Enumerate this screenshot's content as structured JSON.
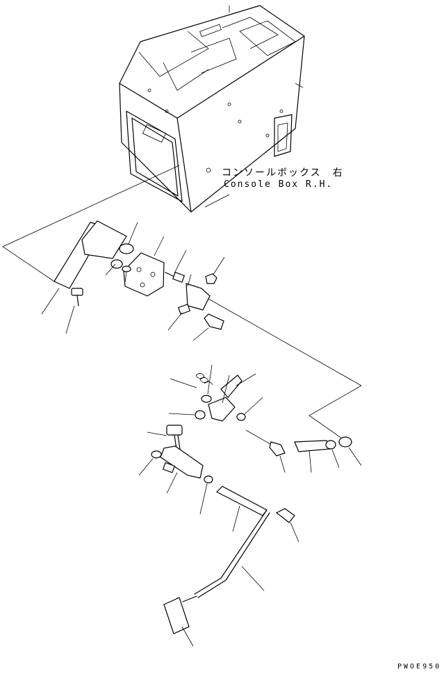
{
  "diagram": {
    "component_label_jp": "コンソールボックス　右",
    "component_label_en": "Console Box R.H.",
    "drawing_code": "PWOE950"
  }
}
